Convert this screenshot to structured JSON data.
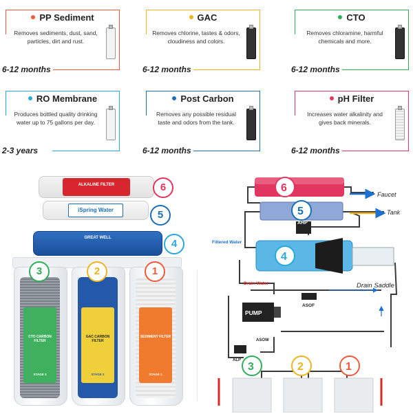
{
  "cards": [
    {
      "name": "PP Sediment",
      "desc": "Removes sediments, dust, sand, particles, dirt and rust.",
      "life": "6-12 months",
      "color": "#f05a3a",
      "cart": "plain"
    },
    {
      "name": "GAC",
      "desc": "Removes chlorine, tastes & odors, cloudiness and colors.",
      "life": "6-12 months",
      "color": "#f0b322",
      "cart": "dark"
    },
    {
      "name": "CTO",
      "desc": "Removes chloramine, harmful chemicals and more.",
      "life": "6-12 months",
      "color": "#2fae5a",
      "cart": "dark"
    },
    {
      "name": "RO Membrane",
      "desc": "Produces bottled quality drinking water up to 75 gallons per day.",
      "life": "2-3 years",
      "color": "#29a8df",
      "cart": "plain"
    },
    {
      "name": "Post Carbon",
      "desc": "Removes any possible residual taste and odors from the tank.",
      "life": "6-12 months",
      "color": "#1b6fb5",
      "cart": "dark"
    },
    {
      "name": "pH Filter",
      "desc": "Increases water alkalinity and gives back minerals.",
      "life": "6-12 months",
      "color": "#e2355f",
      "cart": "stripe"
    }
  ],
  "product": {
    "badges": [
      "6",
      "5",
      "4",
      "3",
      "2",
      "1"
    ],
    "tube6_text": "ALKALINE FILTER",
    "tube5_text": "iSpring Water",
    "tube4_text": "GREAT WELL",
    "canister3_label": "CTO CARBON FILTER",
    "canister2_label": "GAC CARBON FILTER",
    "canister1_label": "SEDIMENT FILTER",
    "stage3": "STAGE 3",
    "stage2": "STAGE 2",
    "stage1": "STAGE 1"
  },
  "schematic": {
    "faucet": "Faucet",
    "tank": "Tank",
    "ahp": "AHP",
    "filtered_water": "Filtered Water",
    "drain_water": "Drain Water",
    "drain_saddle": "Drain Saddle",
    "asof": "ASOF",
    "pump": "PUMP",
    "asow": "ASOW",
    "alp": "ALP",
    "stage_numbers": [
      "6",
      "5",
      "4",
      "3",
      "2",
      "1"
    ]
  },
  "colors": {
    "s1": "#f05a3a",
    "s2": "#f0b322",
    "s3": "#2fae5a",
    "s4": "#29a8df",
    "s5": "#1b6fb5",
    "s6": "#e2355f"
  }
}
